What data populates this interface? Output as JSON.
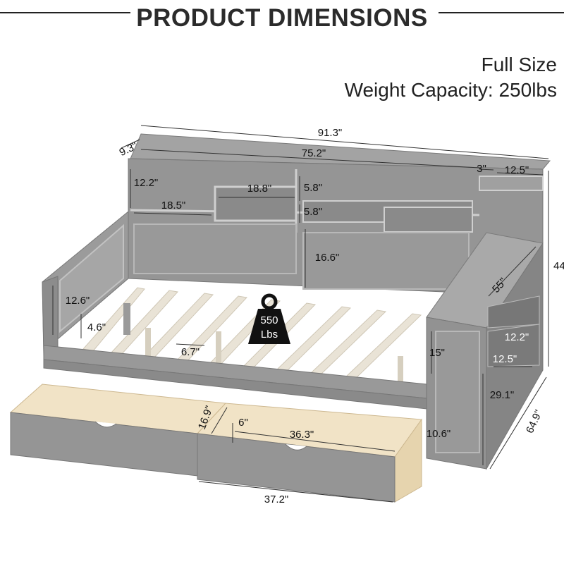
{
  "header": {
    "title": "PRODUCT DIMENSIONS"
  },
  "specs": {
    "size": "Full Size",
    "weight_label": "Weight Capacity:",
    "weight_value": "250lbs"
  },
  "badge": {
    "weight": "550",
    "unit": "Lbs"
  },
  "dimensions": {
    "overall_length": "91.3\"",
    "headboard_depth": "9.3\"",
    "inner_length": "75.2\"",
    "shelf_gap": "3\"",
    "side_shelf_width": "12.5\"",
    "shelf_height_left": "12.2\"",
    "upper_shelf_width": "18.8\"",
    "upper_shelf_height_top": "5.8\"",
    "upper_shelf_height_bottom": "5.8\"",
    "left_shelf_width": "18.5\"",
    "headboard_panel_height": "16.6\"",
    "overall_height": "44",
    "side_unit_length": "55\"",
    "footboard_panel_height": "12.6\"",
    "slat_clearance": "4.6\"",
    "slat_spacing": "6.7\"",
    "side_cubby_height": "12.2\"",
    "side_cubby_width": "12.5\"",
    "leg_height": "15\"",
    "side_unit_height": "29.1\"",
    "overall_width": "64.9\"",
    "drawer_height": "16.9\"",
    "drawer_inner_depth": "6\"",
    "drawer_inner_width": "36.3\"",
    "bed_clearance": "10.6\"",
    "drawer_width": "37.2\""
  }
}
